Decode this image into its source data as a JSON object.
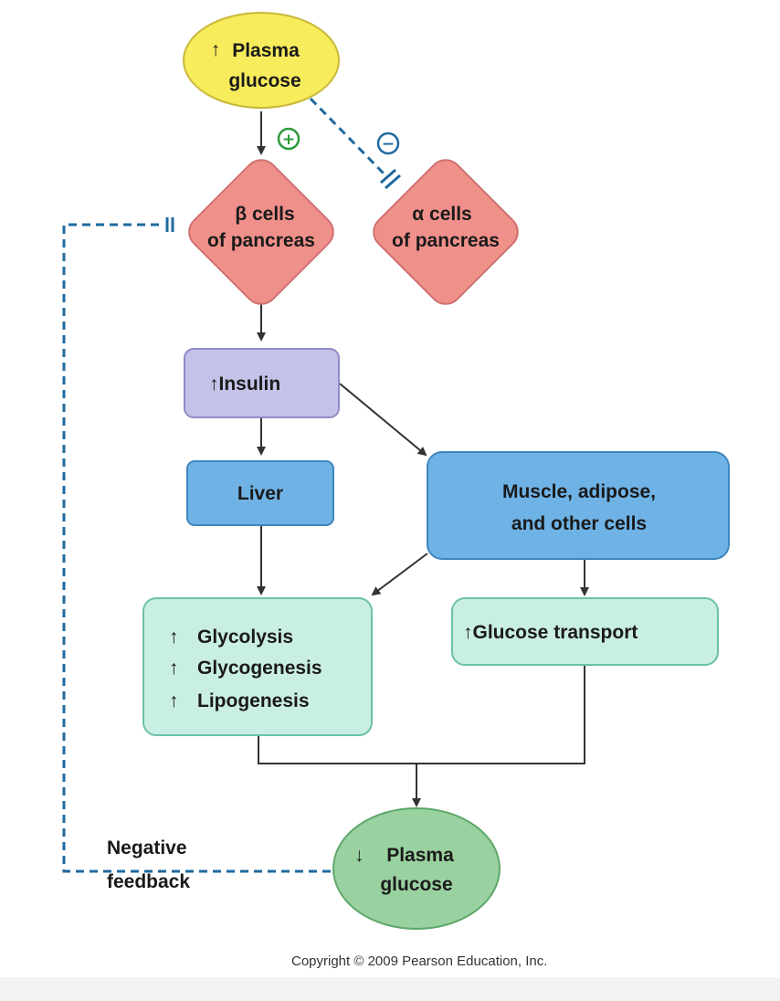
{
  "nodes": {
    "plasma_glucose_up": {
      "arrow": "↑",
      "line1": "Plasma",
      "line2": "glucose"
    },
    "beta_cells": {
      "line1": "β cells",
      "line2": "of pancreas"
    },
    "alpha_cells": {
      "line1": "α cells",
      "line2": "of pancreas"
    },
    "insulin": {
      "arrow": "↑",
      "text": "Insulin"
    },
    "liver": {
      "text": "Liver"
    },
    "muscle": {
      "line1": "Muscle, adipose,",
      "line2": "and other cells"
    },
    "metabolism": {
      "arrow": "↑",
      "items": [
        "Glycolysis",
        "Glycogenesis",
        "Lipogenesis"
      ]
    },
    "glucose_transport": {
      "arrow": "↑",
      "text": "Glucose transport"
    },
    "plasma_glucose_down": {
      "arrow": "↓",
      "line1": "Plasma",
      "line2": "glucose"
    }
  },
  "signs": {
    "stimulate": "+",
    "inhibit": "−"
  },
  "feedback_label": {
    "line1": "Negative",
    "line2": "feedback"
  },
  "copyright": "Copyright © 2009 Pearson Education, Inc.",
  "colors": {
    "yellow": "#f7ec5c",
    "red": "#f0908a",
    "purple": "#c4c2e8",
    "blue": "#6fb3e6",
    "teal": "#c9eee3",
    "green": "#9ad1a0",
    "dashed": "#1f6a9e",
    "sign_green": "#2e9a3a"
  }
}
